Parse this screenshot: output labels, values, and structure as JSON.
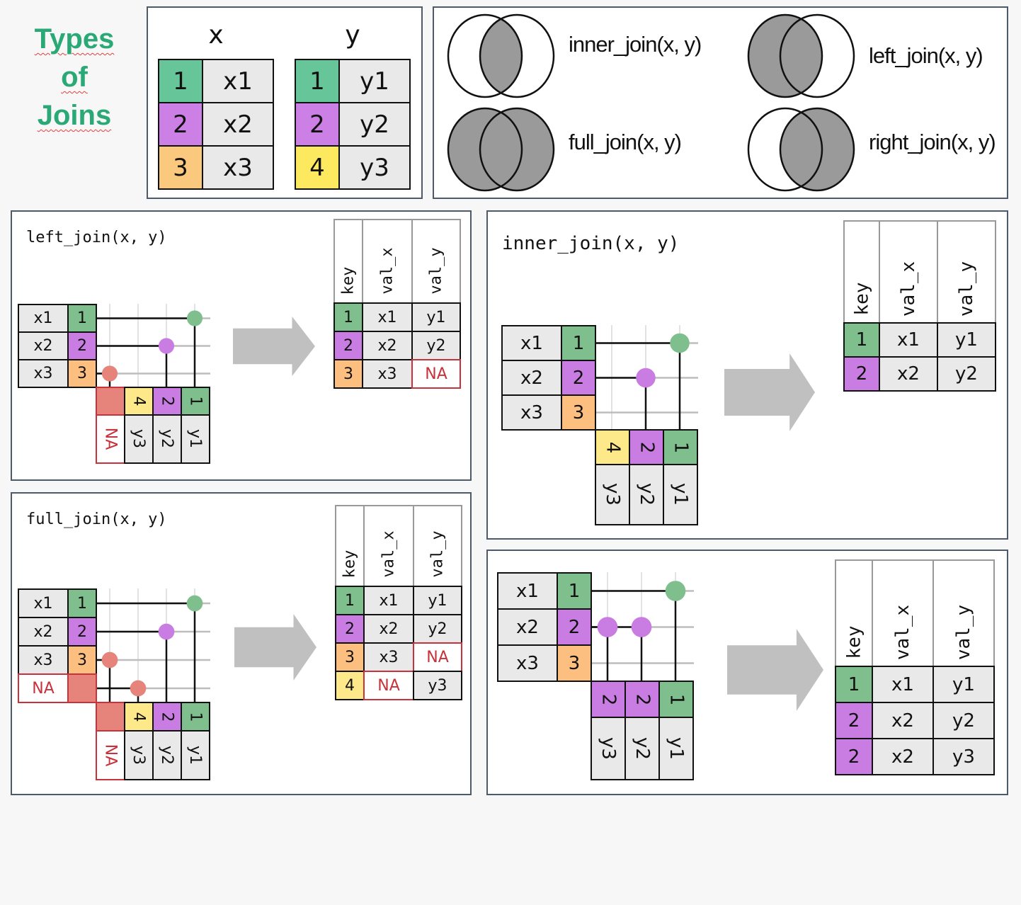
{
  "title_lines": [
    "Types",
    "of",
    "Joins"
  ],
  "colors": {
    "key1": "#66c699",
    "key2": "#cc80e6",
    "key3": "#fbc97d",
    "key4": "#fde95f",
    "key1_diag": "#7fbf8e",
    "key2_diag": "#c97de3",
    "key3_diag": "#fdbf80",
    "key4_diag": "#fde98a",
    "na_fill": "#e6837a",
    "na_border": "#c8323a",
    "cell_gray": "#e9e9e9",
    "venn_fill": "#9a9a9a",
    "title_green": "#2aa876",
    "arrow": "#c0c0c0"
  },
  "source_tables": {
    "x": {
      "name": "x",
      "rows": [
        {
          "key": "1",
          "val": "x1"
        },
        {
          "key": "2",
          "val": "x2"
        },
        {
          "key": "3",
          "val": "x3"
        }
      ]
    },
    "y": {
      "name": "y",
      "rows": [
        {
          "key": "1",
          "val": "y1"
        },
        {
          "key": "2",
          "val": "y2"
        },
        {
          "key": "4",
          "val": "y3"
        }
      ]
    }
  },
  "venn": [
    {
      "label": "inner_join(x, y)",
      "shade": "inner"
    },
    {
      "label": "left_join(x, y)",
      "shade": "left"
    },
    {
      "label": "full_join(x, y)",
      "shade": "full"
    },
    {
      "label": "right_join(x, y)",
      "shade": "right"
    }
  ],
  "result_headers": [
    "key",
    "val_x",
    "val_y"
  ],
  "na_label": "NA",
  "joins": [
    {
      "id": "left",
      "label": "left_join(x, y)",
      "x_rows": [
        {
          "key": "1",
          "val": "x1"
        },
        {
          "key": "2",
          "val": "x2"
        },
        {
          "key": "3",
          "val": "x3"
        }
      ],
      "y_cols": [
        {
          "key": "NA",
          "val": "NA"
        },
        {
          "key": "4",
          "val": "y3"
        },
        {
          "key": "2",
          "val": "y2"
        },
        {
          "key": "1",
          "val": "y1"
        }
      ],
      "matches": [
        [
          0,
          3
        ],
        [
          1,
          2
        ],
        [
          2,
          0
        ]
      ],
      "result": [
        [
          "1",
          "x1",
          "y1"
        ],
        [
          "2",
          "x2",
          "y2"
        ],
        [
          "3",
          "x3",
          "NA"
        ]
      ]
    },
    {
      "id": "full",
      "label": "full_join(x, y)",
      "x_rows": [
        {
          "key": "1",
          "val": "x1"
        },
        {
          "key": "2",
          "val": "x2"
        },
        {
          "key": "3",
          "val": "x3"
        },
        {
          "key": "NA",
          "val": "NA"
        }
      ],
      "y_cols": [
        {
          "key": "NA",
          "val": "NA"
        },
        {
          "key": "4",
          "val": "y3"
        },
        {
          "key": "2",
          "val": "y2"
        },
        {
          "key": "1",
          "val": "y1"
        }
      ],
      "matches": [
        [
          0,
          3
        ],
        [
          1,
          2
        ],
        [
          2,
          0
        ],
        [
          3,
          1
        ]
      ],
      "result": [
        [
          "1",
          "x1",
          "y1"
        ],
        [
          "2",
          "x2",
          "y2"
        ],
        [
          "3",
          "x3",
          "NA"
        ],
        [
          "4",
          "NA",
          "y3"
        ]
      ]
    },
    {
      "id": "inner",
      "label": "inner_join(x, y)",
      "x_rows": [
        {
          "key": "1",
          "val": "x1"
        },
        {
          "key": "2",
          "val": "x2"
        },
        {
          "key": "3",
          "val": "x3"
        }
      ],
      "y_cols": [
        {
          "key": "4",
          "val": "y3"
        },
        {
          "key": "2",
          "val": "y2"
        },
        {
          "key": "1",
          "val": "y1"
        }
      ],
      "matches": [
        [
          0,
          2
        ],
        [
          1,
          1
        ]
      ],
      "result": [
        [
          "1",
          "x1",
          "y1"
        ],
        [
          "2",
          "x2",
          "y2"
        ]
      ]
    },
    {
      "id": "duplicate",
      "label": "",
      "x_rows": [
        {
          "key": "1",
          "val": "x1"
        },
        {
          "key": "2",
          "val": "x2"
        },
        {
          "key": "3",
          "val": "x3"
        }
      ],
      "y_cols": [
        {
          "key": "2",
          "val": "y3"
        },
        {
          "key": "2",
          "val": "y2"
        },
        {
          "key": "1",
          "val": "y1"
        }
      ],
      "matches": [
        [
          0,
          2
        ],
        [
          1,
          1
        ],
        [
          1,
          0
        ]
      ],
      "result": [
        [
          "1",
          "x1",
          "y1"
        ],
        [
          "2",
          "x2",
          "y2"
        ],
        [
          "2",
          "x2",
          "y3"
        ]
      ]
    }
  ]
}
